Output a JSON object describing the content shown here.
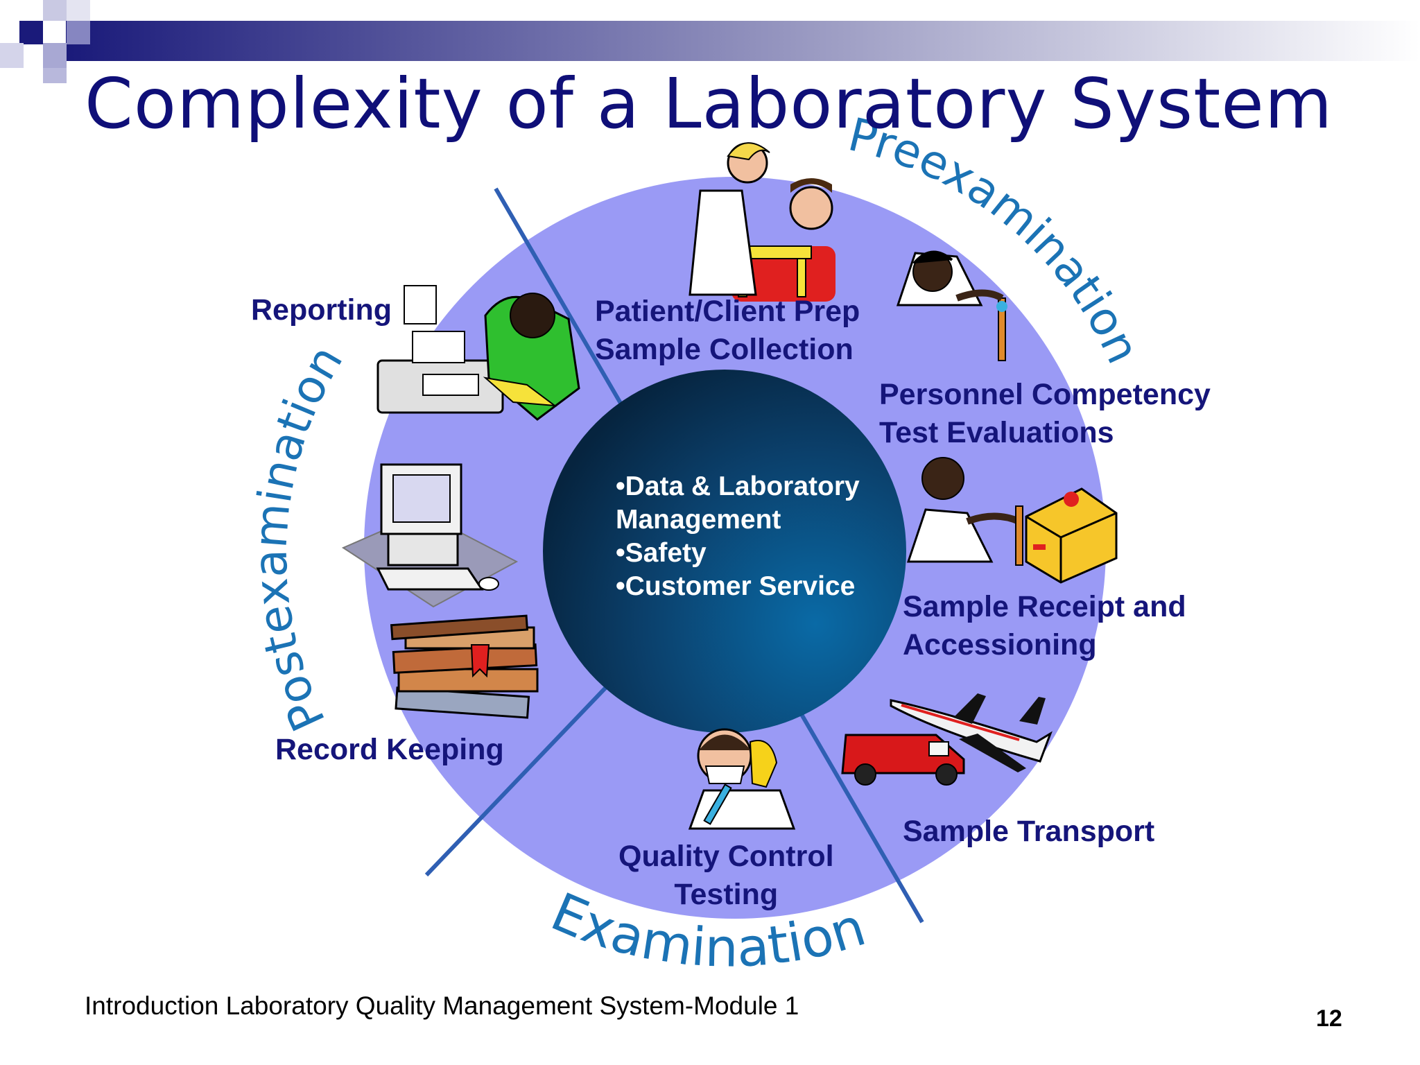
{
  "title": "Complexity of a Laboratory System",
  "phases": {
    "pre": "Preexamination",
    "post": "Postexamination",
    "exam": "Examination"
  },
  "activities": {
    "patient_prep": [
      "Patient/Client Prep",
      "Sample Collection"
    ],
    "personnel": [
      "Personnel Competency",
      "Test Evaluations"
    ],
    "sample_receipt": [
      "Sample Receipt and",
      "Accessioning"
    ],
    "sample_transport": "Sample Transport",
    "quality_control": [
      "Quality Control",
      "Testing"
    ],
    "record_keeping": "Record Keeping",
    "reporting": "Reporting"
  },
  "center_items": [
    "•Data & Laboratory",
    "Management",
    "•Safety",
    "•Customer Service"
  ],
  "footer": "Introduction Laboratory Quality Management System-Module 1",
  "page_number": "12",
  "colors": {
    "title": "#0f0f78",
    "ring": "#9a9af5",
    "hub": "#0b3d66",
    "divider": "#2f5fb3",
    "phase_text": "#1b73b5",
    "label": "#15157a"
  },
  "icons": [
    "phone-fax-icon",
    "nurse-patient-icon",
    "scientist-pipette-icon",
    "scientist-box-icon",
    "van-icon",
    "airplane-icon",
    "lab-worker-mask-icon",
    "computer-icon",
    "books-icon"
  ]
}
